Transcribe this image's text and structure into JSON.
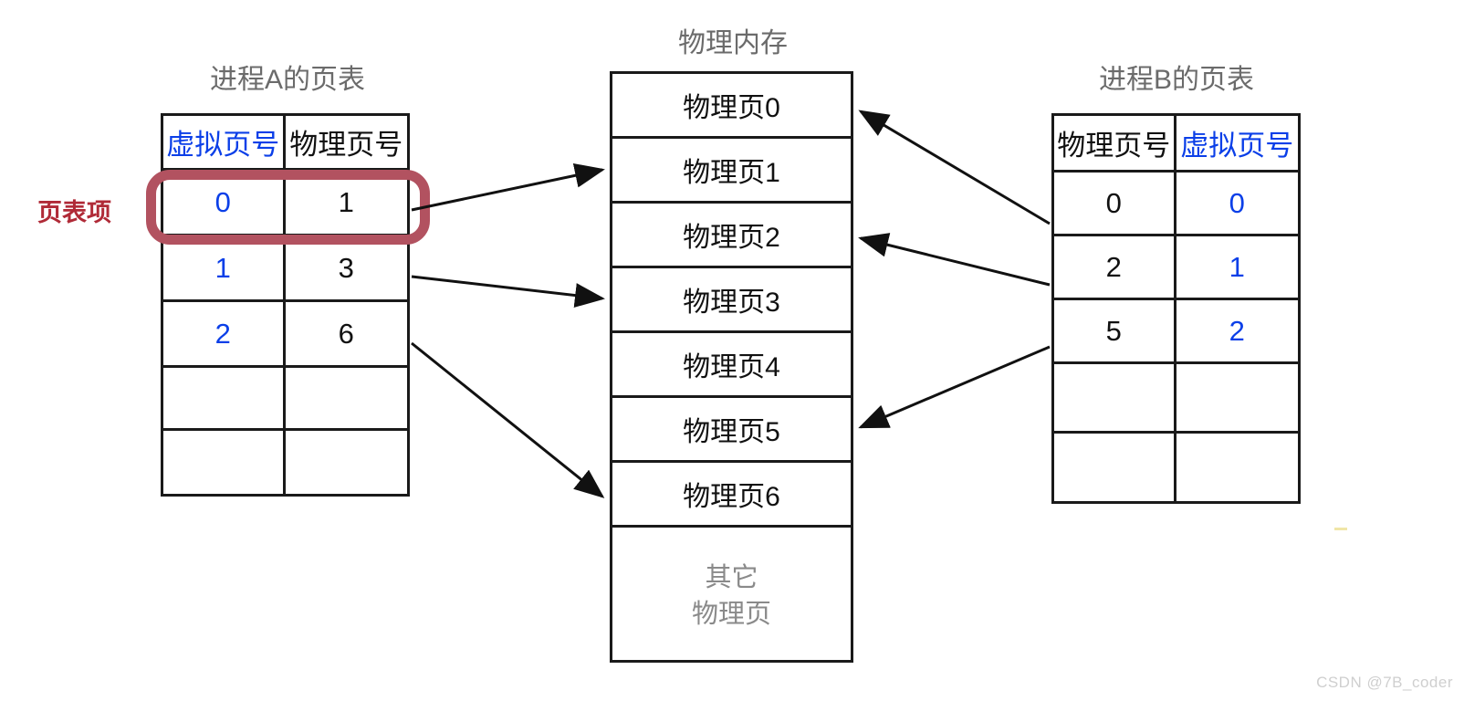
{
  "titles": {
    "process_a": "进程A的页表",
    "physical_memory": "物理内存",
    "process_b": "进程B的页表"
  },
  "annotation": {
    "page_table_entry_label": "页表项",
    "highlight_color": "#b25260",
    "label_color": "#b02a37"
  },
  "colors": {
    "virtual_page_blue": "#0b3fe8",
    "title_gray": "#6b6b6b",
    "other_pages_gray": "#8a8a8a",
    "line_black": "#1a1a1a"
  },
  "process_a_table": {
    "headers": [
      "虚拟页号",
      "物理页号"
    ],
    "header_colors": [
      "blue",
      "black"
    ],
    "rows": [
      {
        "virtual": "0",
        "physical": "1"
      },
      {
        "virtual": "1",
        "physical": "3"
      },
      {
        "virtual": "2",
        "physical": "6"
      },
      {
        "virtual": "",
        "physical": ""
      },
      {
        "virtual": "",
        "physical": ""
      }
    ]
  },
  "process_b_table": {
    "headers": [
      "物理页号",
      "虚拟页号"
    ],
    "header_colors": [
      "black",
      "blue"
    ],
    "rows": [
      {
        "physical": "0",
        "virtual": "0"
      },
      {
        "physical": "2",
        "virtual": "1"
      },
      {
        "physical": "5",
        "virtual": "2"
      },
      {
        "physical": "",
        "virtual": ""
      },
      {
        "physical": "",
        "virtual": ""
      }
    ]
  },
  "physical_memory": {
    "pages": [
      "物理页0",
      "物理页1",
      "物理页2",
      "物理页3",
      "物理页4",
      "物理页5",
      "物理页6"
    ],
    "other_line1": "其它",
    "other_line2": "物理页"
  },
  "mappings": {
    "a_to_memory": [
      {
        "from_virtual": "0",
        "to_page": "物理页1"
      },
      {
        "from_virtual": "1",
        "to_page": "物理页3"
      },
      {
        "from_virtual": "2",
        "to_page": "物理页6"
      }
    ],
    "b_to_memory": [
      {
        "from_virtual": "0",
        "to_page": "物理页0"
      },
      {
        "from_virtual": "1",
        "to_page": "物理页2"
      },
      {
        "from_virtual": "2",
        "to_page": "物理页5"
      }
    ]
  },
  "watermark": "CSDN @7B_coder"
}
